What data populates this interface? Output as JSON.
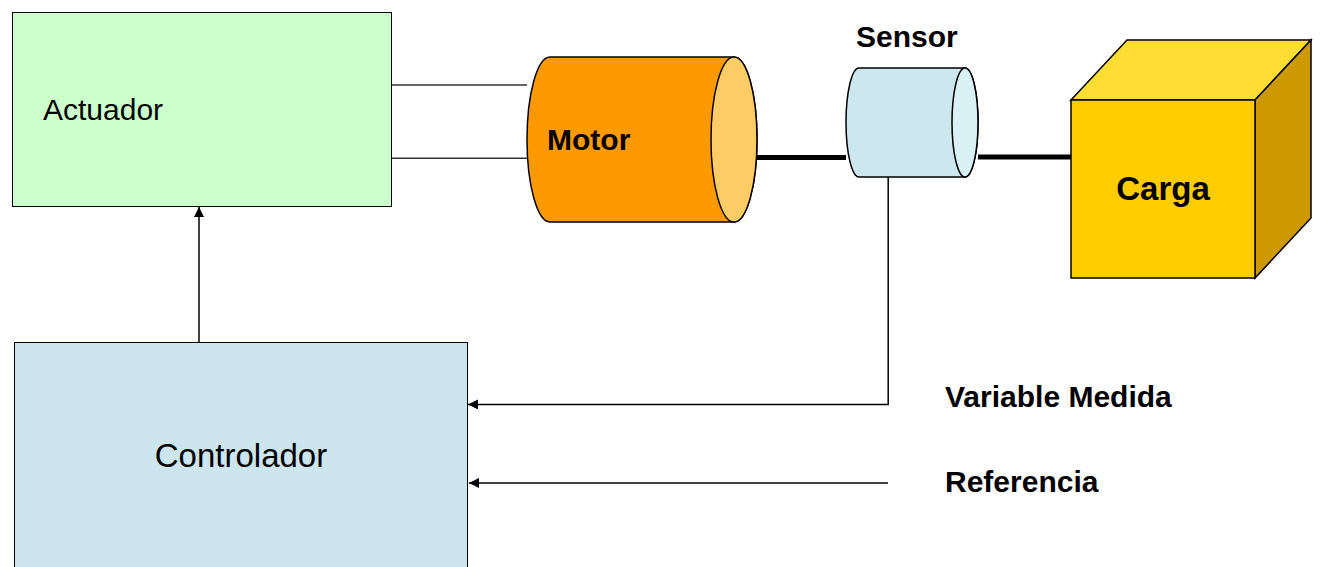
{
  "diagram": {
    "nodes": [
      {
        "text": [
          "Actuador"
        ]
      },
      {
        "text": [
          "Motor"
        ]
      },
      {
        "text": [
          "Sensor"
        ]
      },
      {
        "text": [
          "Carga"
        ]
      },
      {
        "text": [
          "Controlador"
        ]
      }
    ],
    "edges": [
      {
        "from": 4,
        "to": 0,
        "arrow": "to"
      },
      {
        "from": 0,
        "to": 1,
        "arrow": "none"
      },
      {
        "from": 0,
        "to": 1,
        "arrow": "none"
      },
      {
        "from": 1,
        "to": 2,
        "arrow": "none"
      },
      {
        "from": 2,
        "to": 3,
        "arrow": "none"
      },
      {
        "from": 2,
        "to": 4,
        "arrow": "to"
      }
    ],
    "labels": [
      "Variable Medida",
      "Referencia"
    ]
  }
}
